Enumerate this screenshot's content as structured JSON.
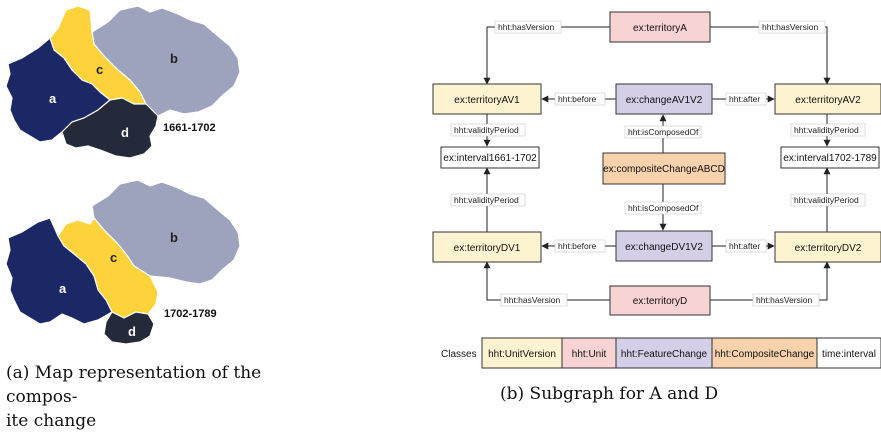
{
  "colors": {
    "unit_version": "#fdf3d0",
    "unit": "#f7d3d3",
    "feature_change": "#d4cfe6",
    "composite_change": "#f8d2ad",
    "time_interval": "#ffffff",
    "region_a": "#1c2766",
    "region_b": "#9da3bd",
    "region_c": "#fdd23a",
    "region_d": "#242a3a"
  },
  "map": {
    "top": {
      "years": "1661-1702",
      "labels": {
        "a": "a",
        "b": "b",
        "c": "c",
        "d": "d"
      }
    },
    "bottom": {
      "years": "1702-1789",
      "labels": {
        "a": "a",
        "b": "b",
        "c": "c",
        "d": "d"
      }
    }
  },
  "graph": {
    "nodes": {
      "territoryA": "ex:territoryA",
      "territoryAV1": "ex:territoryAV1",
      "changeAV1V2": "ex:changeAV1V2",
      "territoryAV2": "ex:territoryAV2",
      "interval1661": "ex:interval1661-1702",
      "compositeChange": "ex:compositeChangeABCD",
      "interval1702": "ex:interval1702-1789",
      "territoryDV1": "ex:territoryDV1",
      "changeDV1V2": "ex:changeDV1V2",
      "territoryDV2": "ex:territoryDV2",
      "territoryD": "ex:territoryD"
    },
    "edges": {
      "hasVersion": "hht:hasVersion",
      "before": "hht:before",
      "after": "hht:after",
      "validityPeriod": "hht:validityPeriod",
      "isComposedOf": "hht:isComposedOf"
    }
  },
  "legend": {
    "title": "Classes",
    "items": [
      "hht:UnitVersion",
      "hht:Unit",
      "hht:FeatureChange",
      "hht:CompositeChange",
      "time:interval"
    ]
  },
  "captions": {
    "a_line1": "(a) Map representation of the compos-",
    "a_line2": "ite change",
    "b": "(b) Subgraph for A and D"
  }
}
